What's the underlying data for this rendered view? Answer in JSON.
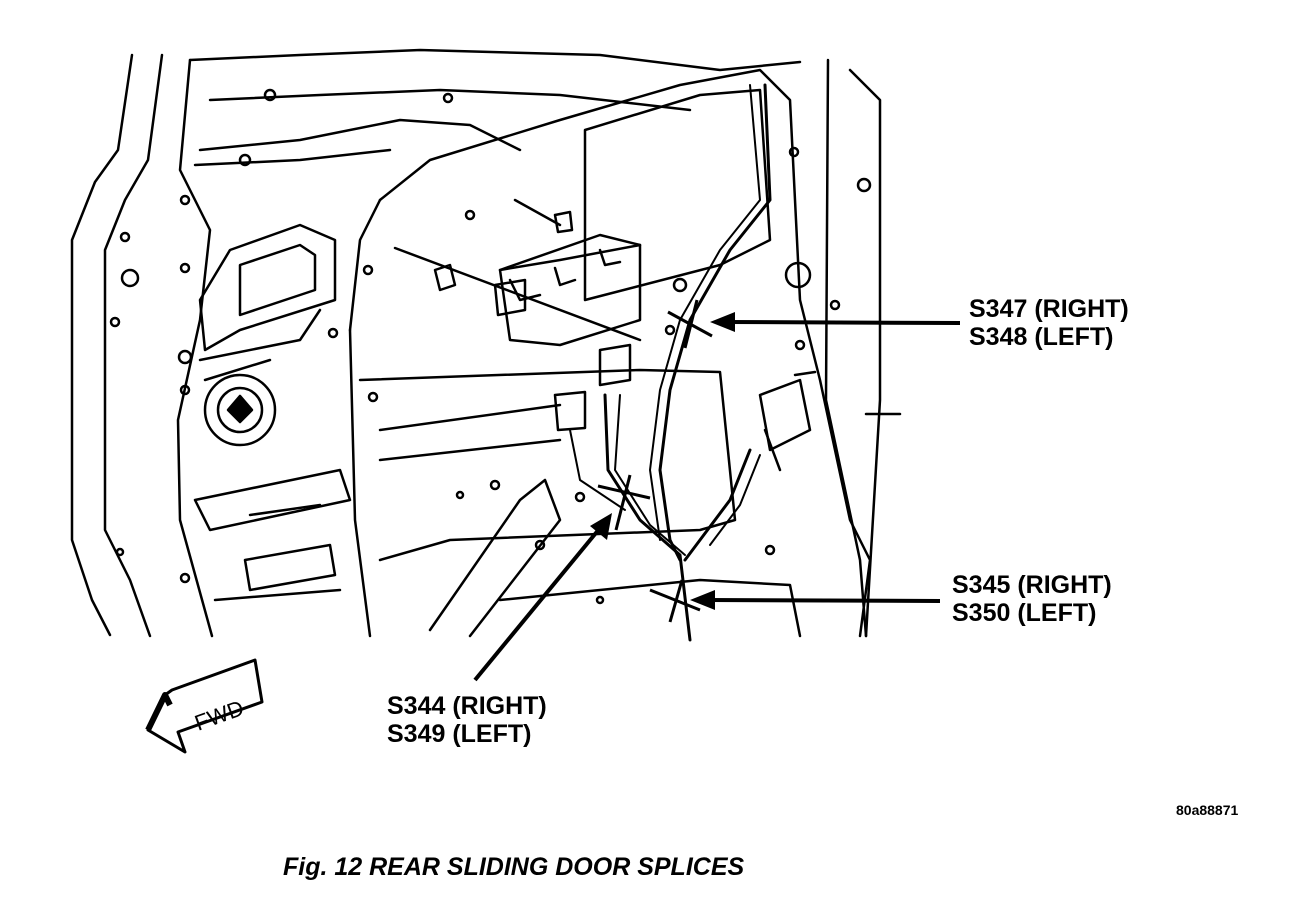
{
  "callouts": [
    {
      "id": "a",
      "line1": "S347 (RIGHT)",
      "line2": "S348 (LEFT)"
    },
    {
      "id": "b",
      "line1": "S345 (RIGHT)",
      "line2": "S350 (LEFT)"
    },
    {
      "id": "c",
      "line1": "S344 (RIGHT)",
      "line2": "S349 (LEFT)"
    }
  ],
  "fwd_label": "FWD",
  "figure_code": "80a88871",
  "caption": "Fig. 12 REAR SLIDING DOOR SPLICES"
}
